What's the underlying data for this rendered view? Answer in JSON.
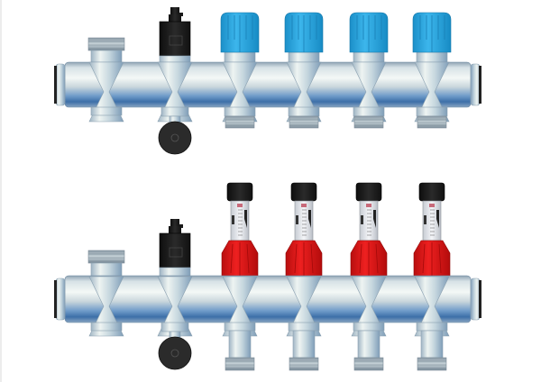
{
  "image": {
    "subject": "heating-manifold-pair",
    "manifolds": [
      {
        "id": "return-manifold",
        "outlet_count": 4,
        "cap_color": "#2aa8e0",
        "cap_type": "thermostatic-valve-cap",
        "has_air_vent": true,
        "has_drain_valve": true,
        "has_flow_meters": false
      },
      {
        "id": "flow-manifold",
        "outlet_count": 4,
        "cap_color": "#e01a1a",
        "cap_type": "flow-meter",
        "has_air_vent": true,
        "has_drain_valve": true,
        "has_flow_meters": true
      }
    ],
    "colors": {
      "background": "#ffffff",
      "chrome_light": "#eef3f6",
      "chrome_mid": "#b9cbd8",
      "chrome_dark": "#4f7fae",
      "black_part": "#1c1c1c",
      "blue_cap": "#2aa8e0",
      "red_cap": "#e01a1a"
    }
  }
}
